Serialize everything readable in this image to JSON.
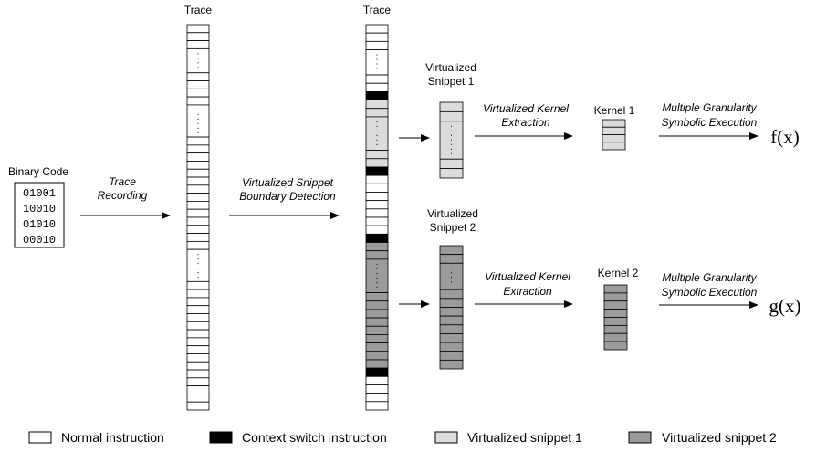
{
  "binary_code": {
    "title": "Binary Code",
    "lines": [
      "01001",
      "10010",
      "01010",
      "00010"
    ]
  },
  "trace1": {
    "title": "Trace"
  },
  "trace2": {
    "title": "Trace"
  },
  "steps": {
    "trace_recording": [
      "Trace",
      "Recording"
    ],
    "boundary_detection": [
      "Virtualized Snippet",
      "Boundary Detection"
    ],
    "kernel_extraction_1": [
      "Virtualized Kernel",
      "Extraction"
    ],
    "kernel_extraction_2": [
      "Virtualized Kernel",
      "Extraction"
    ],
    "symbolic_execution_1": [
      "Multiple Granularity",
      "Symbolic Execution"
    ],
    "symbolic_execution_2": [
      "Multiple Granularity",
      "Symbolic Execution"
    ]
  },
  "snippet1": {
    "title": [
      "Virtualized",
      "Snippet 1"
    ]
  },
  "snippet2": {
    "title": [
      "Virtualized",
      "Snippet 2"
    ]
  },
  "kernel1": {
    "title": "Kernel 1",
    "output": "f(x)"
  },
  "kernel2": {
    "title": "Kernel 2",
    "output": "g(x)"
  },
  "legend": {
    "normal": "Normal instruction",
    "context_switch": "Context switch instruction",
    "snippet1": "Virtualized snippet 1",
    "snippet2": "Virtualized snippet 2"
  },
  "colors": {
    "normal": "#ffffff",
    "context_switch": "#000000",
    "snippet1": "#dcdcdc",
    "snippet2": "#9b9b9b"
  }
}
